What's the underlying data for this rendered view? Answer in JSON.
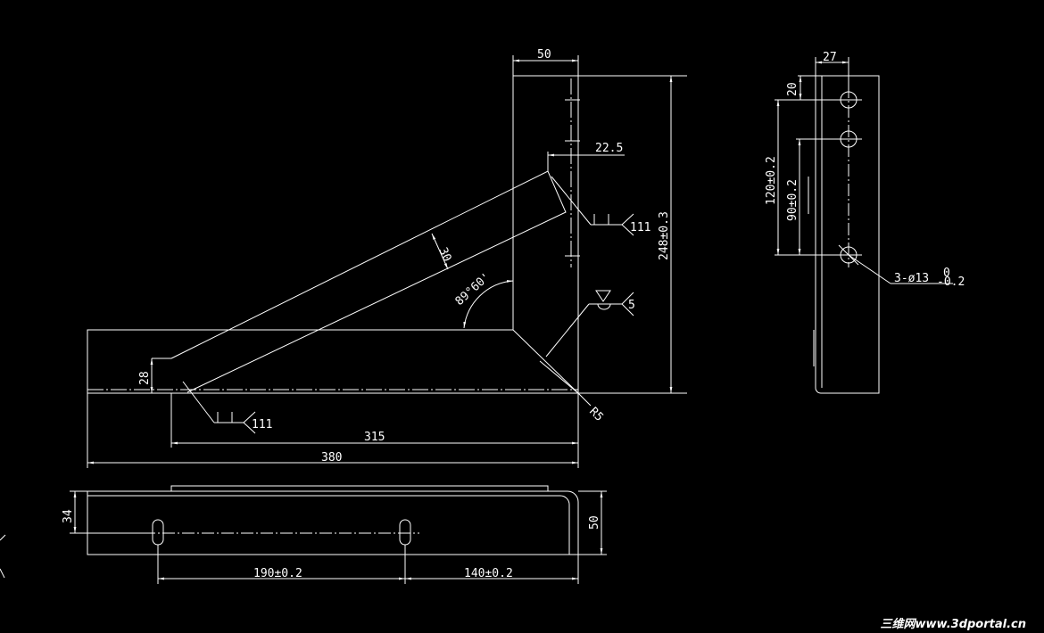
{
  "drawing": {
    "background": "#000000",
    "line_color": "#ffffff",
    "front_view": {
      "dim_top_width": "50",
      "dim_weld_offset": "22.5",
      "dim_brace_width": "30",
      "dim_angle": "89°60'",
      "dim_height": "248±0.3",
      "dim_foot_height": "28",
      "dim_bend_radius": "R5",
      "dim_brace_length": "315",
      "dim_total_length": "380",
      "weld_upper_process": "111",
      "weld_lower_process": "111",
      "weld_corner_size": "5"
    },
    "side_view": {
      "dim_width": "27",
      "dim_first_hole": "20",
      "dim_hole_span_120": "120±0.2",
      "dim_hole_span_90": "90±0.2",
      "hole_callout": "3-ø13",
      "hole_tol_upper": "0",
      "hole_tol_lower": "-0.2"
    },
    "top_view": {
      "dim_height_34": "34",
      "dim_width_50": "50",
      "dim_slot_span": "190±0.2",
      "dim_slot_end": "140±0.2"
    },
    "watermark": {
      "text": "三维网www.3dportal.cn",
      "color": "#ff2d2d"
    }
  }
}
